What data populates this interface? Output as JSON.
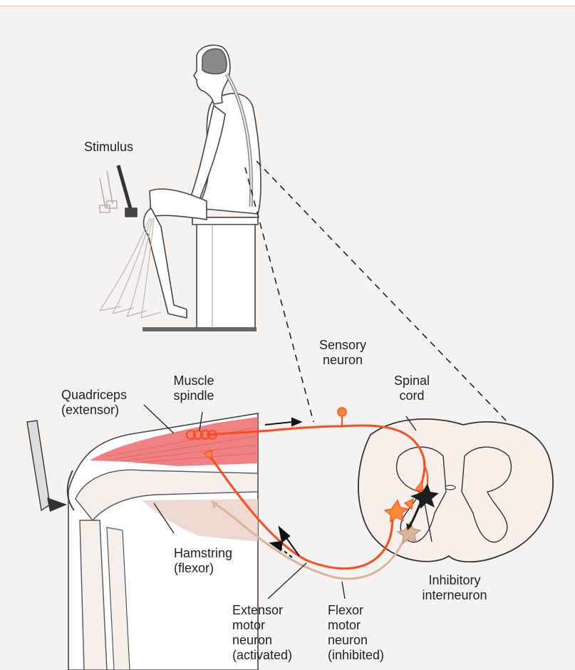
{
  "labels": {
    "stimulus": "Stimulus",
    "sensory_neuron": [
      "Sensory",
      "neuron"
    ],
    "muscle_spindle": [
      "Muscle",
      "spindle"
    ],
    "quadriceps": [
      "Quadriceps",
      "(extensor)"
    ],
    "spinal_cord": [
      "Spinal",
      "cord"
    ],
    "hamstring": [
      "Hamstring",
      "(flexor)"
    ],
    "inhibitory_interneuron": [
      "Inhibitory",
      "interneuron"
    ],
    "extensor_motor_neuron": [
      "Extensor",
      "motor",
      "neuron",
      "(activated)"
    ],
    "flexor_motor_neuron": [
      "Flexor",
      "motor",
      "neuron",
      "(inhibited)"
    ]
  },
  "colors": {
    "active_pathway": "#ff4a1c",
    "inhibited_pathway": "#d9b39a",
    "quadriceps_muscle": "#ef6b6b",
    "hamstring_muscle": "#e8cfc4",
    "interneuron": "#1e1e1e",
    "outline": "#3a3a3a"
  }
}
